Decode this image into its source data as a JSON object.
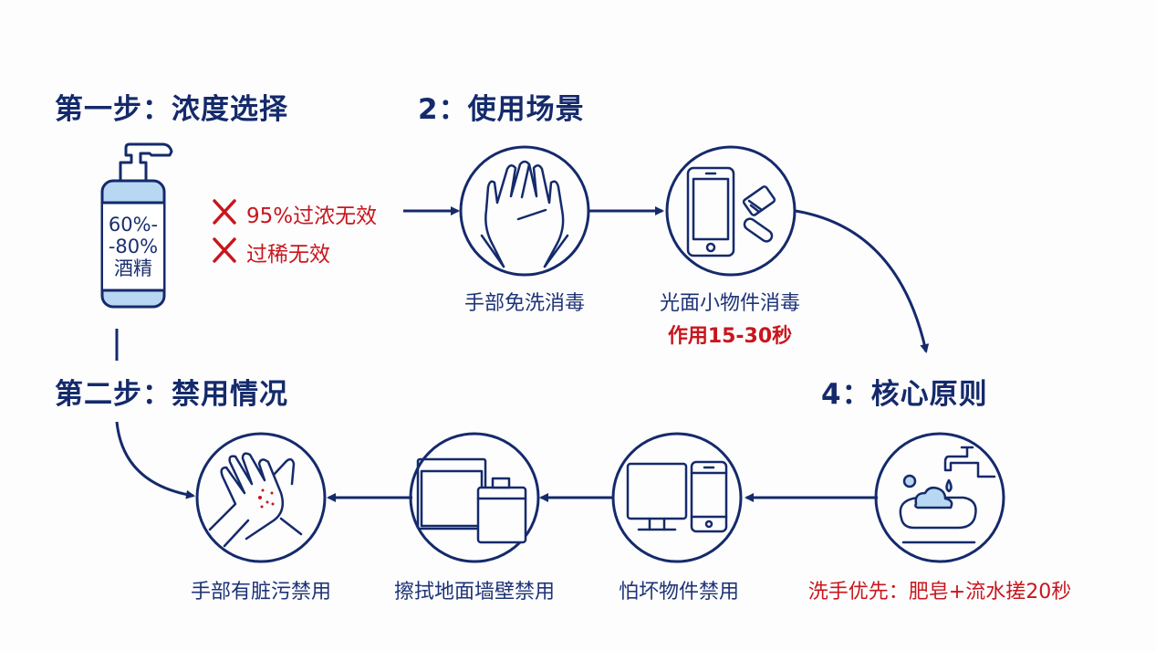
{
  "colors": {
    "navy": "#142a6b",
    "red": "#c8161d",
    "light_blue": "#b8d7f2"
  },
  "step1": {
    "heading": "第一步：浓度选择",
    "bottle_label_lines": [
      "60%-",
      "-80%",
      "酒精"
    ],
    "warnings": [
      {
        "icon": "cross-icon",
        "text": "95%过浓无效"
      },
      {
        "icon": "cross-icon",
        "text": "过稀无效"
      }
    ]
  },
  "step2_usage": {
    "heading": "2：使用场景",
    "items": [
      {
        "icon": "hands-clapping-icon",
        "caption": "手部免洗消毒"
      },
      {
        "icon": "phone-and-keys-icon",
        "caption": "光面小物件消毒",
        "note": "作用15-30秒"
      }
    ]
  },
  "step4": {
    "heading": "4：核心原则",
    "item": {
      "icon": "faucet-soap-icon",
      "caption": "洗手优先：肥皂+流水搓20秒"
    }
  },
  "step_forbidden": {
    "heading": "第二步：禁用情况",
    "items": [
      {
        "icon": "monitor-phone-icon",
        "caption": "怕坏物件禁用"
      },
      {
        "icon": "wall-floor-icon",
        "caption": "擦拭地面墙壁禁用"
      },
      {
        "icon": "dirty-hands-icon",
        "caption": "手部有脏污禁用"
      }
    ]
  }
}
